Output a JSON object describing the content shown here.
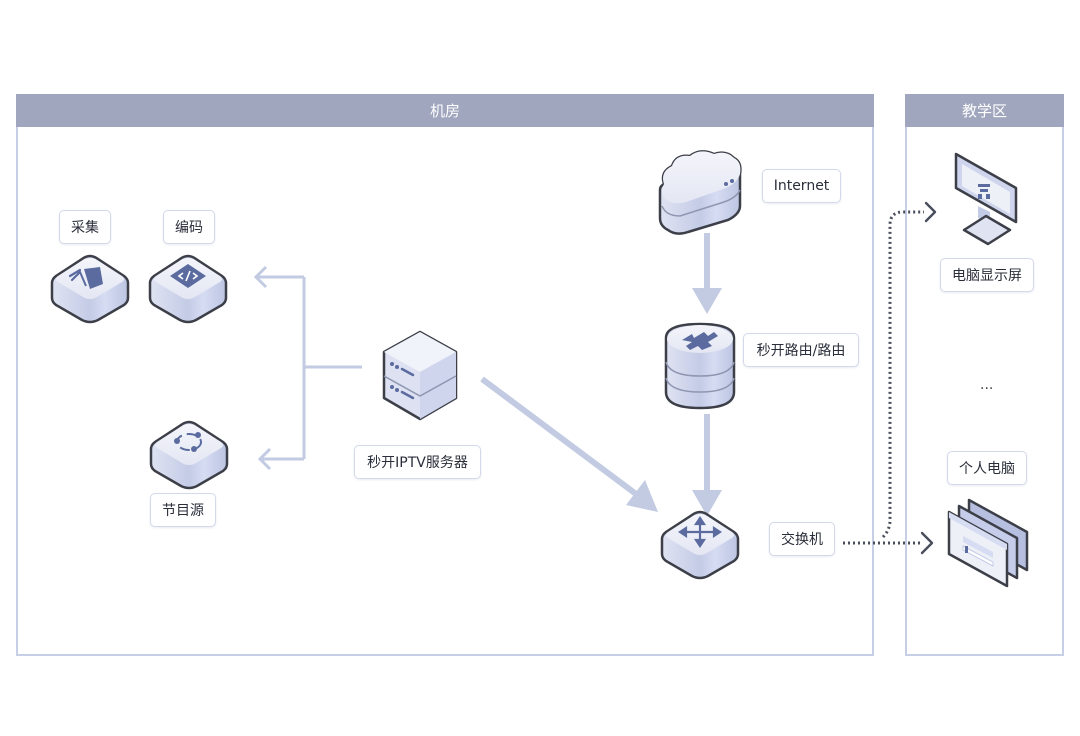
{
  "zones": {
    "server_room": {
      "title": "机房"
    },
    "teaching_area": {
      "title": "教学区"
    }
  },
  "nodes": {
    "capture": {
      "label": "采集",
      "icon": "capture-card-icon"
    },
    "encode": {
      "label": "编码",
      "icon": "code-icon"
    },
    "program_source": {
      "label": "节目源",
      "icon": "share-nodes-icon"
    },
    "iptv_server": {
      "label": "秒开IPTV服务器",
      "icon": "server-icon"
    },
    "internet": {
      "label": "Internet",
      "icon": "cloud-icon"
    },
    "router": {
      "label": "秒开路由/路由",
      "icon": "router-icon"
    },
    "switch": {
      "label": "交换机",
      "icon": "switch-icon"
    },
    "monitor": {
      "label": "电脑显示屏",
      "icon": "monitor-icon"
    },
    "ellipsis": {
      "label": "..."
    },
    "pc": {
      "label": "个人电脑",
      "icon": "windows-stack-icon"
    }
  },
  "edges": [
    {
      "from": "iptv_server",
      "to": "encode",
      "style": "solid-light"
    },
    {
      "from": "iptv_server",
      "to": "program_source",
      "style": "solid-light"
    },
    {
      "from": "iptv_server",
      "to": "switch",
      "style": "solid-light"
    },
    {
      "from": "internet",
      "to": "router",
      "style": "solid-light"
    },
    {
      "from": "router",
      "to": "switch",
      "style": "solid-light"
    },
    {
      "from": "switch",
      "to": "monitor",
      "style": "dotted-dark"
    },
    {
      "from": "switch",
      "to": "pc",
      "style": "dotted-dark"
    }
  ],
  "colors": {
    "header_bg": "#9fa6bd",
    "panel_border": "#c6cfe6",
    "connector": "#c3cbe3",
    "dotted_connector": "#4a4e5c",
    "icon_top": "#eef0f8",
    "icon_side": "#c9cfe8",
    "icon_glyph": "#5b6b9f",
    "outline": "#3c3f48"
  }
}
